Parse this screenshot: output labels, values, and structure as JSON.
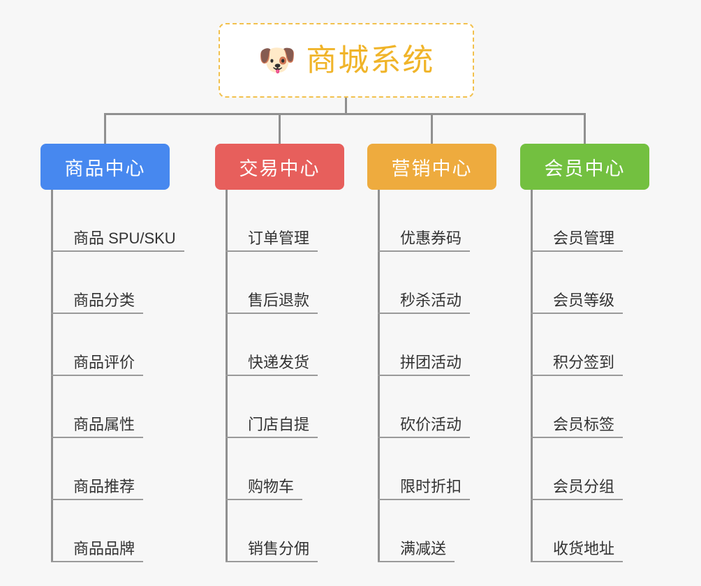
{
  "page": {
    "background_color": "#f7f7f7",
    "line_color": "#909090",
    "rule_color": "#9a9a9a"
  },
  "root": {
    "icon": "shiba-dog-face-emoji",
    "emoji": "🐶",
    "title": "商城系统",
    "title_color": "#f0b429",
    "border_color": "#f2c14e",
    "fill_color": "#ffffff"
  },
  "categories": [
    {
      "label": "商品中心",
      "color": "#4788ef",
      "items": [
        "商品 SPU/SKU",
        "商品分类",
        "商品评价",
        "商品属性",
        "商品推荐",
        "商品品牌"
      ]
    },
    {
      "label": "交易中心",
      "color": "#e75f5c",
      "items": [
        "订单管理",
        "售后退款",
        "快递发货",
        "门店自提",
        "购物车",
        "销售分佣"
      ]
    },
    {
      "label": "营销中心",
      "color": "#eeab3e",
      "items": [
        "优惠券码",
        "秒杀活动",
        "拼团活动",
        "砍价活动",
        "限时折扣",
        "满减送"
      ]
    },
    {
      "label": "会员中心",
      "color": "#73c040",
      "items": [
        "会员管理",
        "会员等级",
        "积分签到",
        "会员标签",
        "会员分组",
        "收货地址"
      ]
    }
  ]
}
